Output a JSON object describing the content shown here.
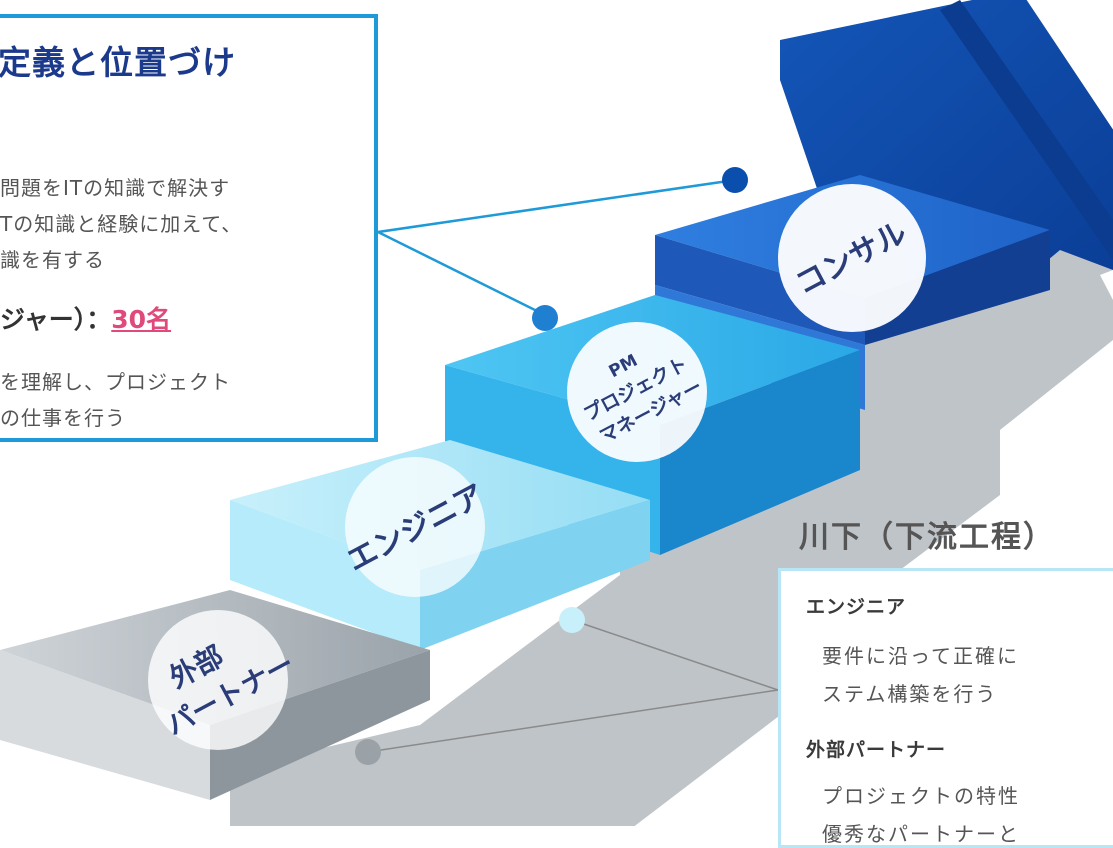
{
  "left_panel": {
    "title": "定義と位置づけ",
    "consultant_lines": [
      "問題をITの知識で解決す",
      "Tの知識と経験に加えて、",
      "識を有する"
    ],
    "pm_role_prefix": "ジャー）：",
    "pm_count": "30名",
    "pm_lines": [
      "を理解し、プロジェクト",
      "の仕事を行う"
    ]
  },
  "steps": {
    "consultant": "コンサル",
    "pm_line1": "PM",
    "pm_line2": "プロジェクト",
    "pm_line3": "マネージャー",
    "engineer": "エンジニア",
    "partner_line1": "外部",
    "partner_line2": "パートナー"
  },
  "right_panel": {
    "title": "川下（下流工程）",
    "engineer_heading": "エンジニア",
    "engineer_lines": [
      "要件に沿って正確に",
      "ステム構築を行う"
    ],
    "partner_heading": "外部パートナー",
    "partner_lines": [
      "プロジェクトの特性",
      "優秀なパートナーと"
    ]
  },
  "colors": {
    "accent_blue": "#1e9ad8",
    "dark_navy": "#1b3a8c",
    "highlight_pink": "#e04a7a",
    "light_cyan": "#b9e6f7"
  }
}
